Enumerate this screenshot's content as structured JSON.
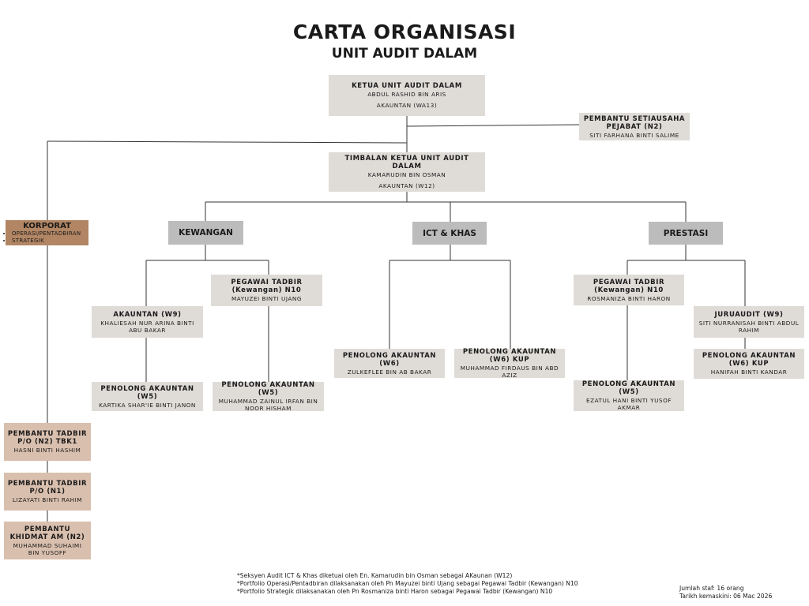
{
  "title": "CARTA ORGANISASI",
  "subtitle": "UNIT AUDIT DALAM",
  "ketua": {
    "role": "KETUA UNIT AUDIT DALAM",
    "name": "ABDUL RASHID BIN ARIS",
    "grade": "AKAUNTAN (WA13)"
  },
  "setiausaha": {
    "role": "PEMBANTU SETIAUSAHA PEJABAT (N2)",
    "name": "SITI FARHANA BINTI SALIME"
  },
  "timbalan": {
    "role": "TIMBALAN KETUA UNIT AUDIT DALAM",
    "name": "KAMARUDIN BIN OSMAN",
    "grade": "AKAUNTAN (W12)"
  },
  "korporat": {
    "title": "KORPORAT",
    "items": [
      "OPERASI/PENTADBIRAN",
      "STRATEGIK"
    ]
  },
  "sections": {
    "kewangan": "KEWANGAN",
    "ict": "ICT & KHAS",
    "prestasi": "PRESTASI"
  },
  "kew": {
    "akauntan": {
      "role": "AKAUNTAN (W9)",
      "name": "KHALIESAH NUR ARINA BINTI ABU BAKAR"
    },
    "tadbir": {
      "role": "PEGAWAI TADBIR (Kewangan) N10",
      "name": "MAYUZEI BINTI UJANG"
    },
    "pa1": {
      "role": "PENOLONG AKAUNTAN (W5)",
      "name": "KARTIKA SHAR'IE BINTI JANON"
    },
    "pa2": {
      "role": "PENOLONG AKAUNTAN (W5)",
      "name": "MUHAMMAD ZAINUL IRFAN BIN NOOR HISHAM"
    }
  },
  "ictk": {
    "pa1": {
      "role": "PENOLONG AKAUNTAN (W6)",
      "name": "ZULKEFLEE BIN AB BAKAR"
    },
    "pa2": {
      "role": "PENOLONG AKAUNTAN (W6) KUP",
      "name": "MUHAMMAD FIRDAUS BIN ABD AZIZ"
    }
  },
  "pres": {
    "tadbir": {
      "role": "PEGAWAI TADBIR (Kewangan) N10",
      "name": "ROSMANIZA BINTI HARON"
    },
    "juruaudit": {
      "role": "JURUAUDIT (W9)",
      "name": "SITI NURRANISAH BINTI ABDUL RAHIM"
    },
    "pa1": {
      "role": "PENOLONG AKAUNTAN (W6) KUP",
      "name": "HANIFAH BINTI KANDAR"
    },
    "pa2": {
      "role": "PENOLONG AKAUNTAN (W5)",
      "name": "EZATUL HANI BINTI YUSOF AKMAR"
    }
  },
  "korp": {
    "p1": {
      "role": "PEMBANTU TADBIR P/O (N2) TBK1",
      "name": "HASNI BINTI HASHIM"
    },
    "p2": {
      "role": "PEMBANTU TADBIR P/O (N1)",
      "name": "LIZAYATI BINTI RAHIM"
    },
    "p3": {
      "role": "PEMBANTU KHIDMAT AM (N2)",
      "name": "MUHAMMAD SUHAIMI BIN YUSOFF"
    }
  },
  "notes": [
    "*Seksyen Audit ICT & Khas diketuai oleh En. Kamarudin bin Osman sebagai AKaunan (W12)",
    "*Portfolio Operasi/Pentadbiran dilaksanakan oleh Pn Mayuzei binti Ujang sebagai Pegawai Tadbir (Kewangan) N10",
    "*Portfolio Strategik dilaksanakan oleh Pn Rosmaniza binti Haron sebagai Pegawai Tadbir (Kewangan) N10"
  ],
  "meta": {
    "staff": "Jumlah staf: 16 orang",
    "updated": "Tarikh kemaskini: 06 Mac 2026"
  },
  "colors": {
    "box": "#dfdcd8",
    "header": "#bcbcbc",
    "korporat": "#b28664",
    "pink": "#d9bfae"
  }
}
